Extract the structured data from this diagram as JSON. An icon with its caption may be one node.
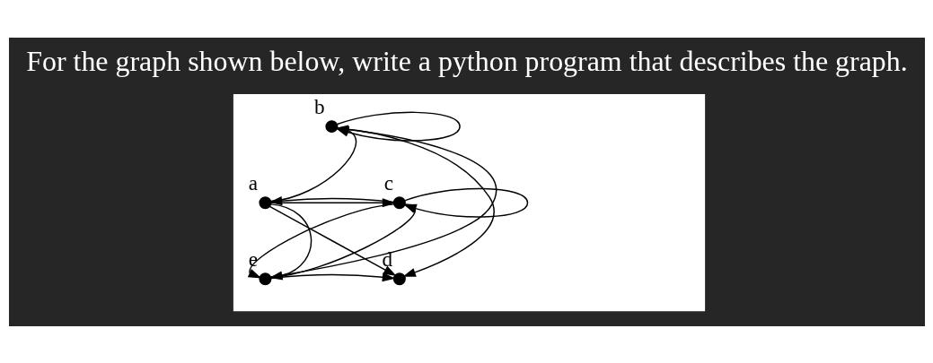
{
  "diagram": {
    "title": "For the graph shown below, write a python program that describes the graph.",
    "nodes": [
      {
        "text": [],
        "shape": "box"
      },
      {
        "text": [],
        "shape": "circle",
        "beside": [
          "a"
        ],
        "in": 0
      },
      {
        "text": [],
        "shape": "circle",
        "beside": [
          "b"
        ],
        "in": 0
      },
      {
        "text": [],
        "shape": "circle",
        "beside": [
          "c"
        ],
        "in": 0
      },
      {
        "text": [],
        "shape": "circle",
        "beside": [
          "d"
        ],
        "in": 0
      },
      {
        "text": [],
        "shape": "circle",
        "beside": [
          "e"
        ],
        "in": 0
      }
    ],
    "edges": [
      {
        "from": 1,
        "to": 2,
        "arrow": "to"
      },
      {
        "from": 2,
        "to": 2,
        "arrow": "to"
      },
      {
        "from": 1,
        "to": 3,
        "arrow": "to"
      },
      {
        "from": 3,
        "to": 1,
        "arrow": "to"
      },
      {
        "from": 3,
        "to": 3,
        "arrow": "to"
      },
      {
        "from": 1,
        "to": 4,
        "arrow": "to"
      },
      {
        "from": 1,
        "to": 5,
        "arrow": "to"
      },
      {
        "from": 5,
        "to": 2,
        "arrow": "to"
      },
      {
        "from": 2,
        "to": 4,
        "arrow": "to"
      },
      {
        "from": 5,
        "to": 3,
        "arrow": "to"
      },
      {
        "from": 3,
        "to": 5,
        "arrow": "to"
      },
      {
        "from": 5,
        "to": 4,
        "arrow": "to"
      }
    ]
  }
}
